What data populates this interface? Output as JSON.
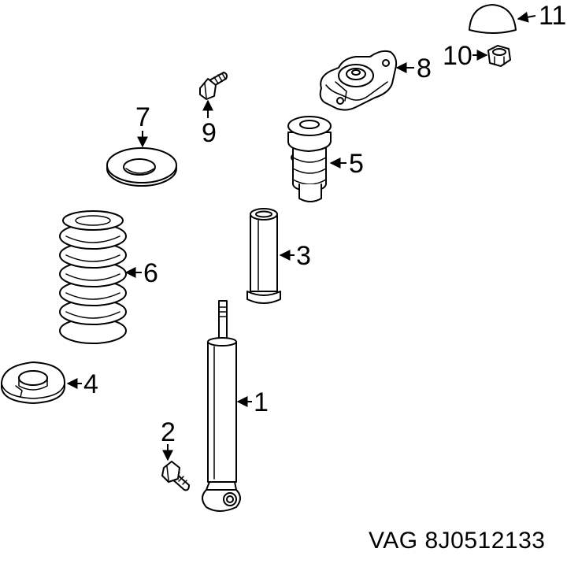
{
  "callouts": {
    "c1": "1",
    "c2": "2",
    "c3": "3",
    "c4": "4",
    "c5": "5",
    "c6": "6",
    "c7": "7",
    "c8": "8",
    "c9": "9",
    "c10": "10",
    "c11": "11"
  },
  "part_number": "VAG 8J0512133"
}
